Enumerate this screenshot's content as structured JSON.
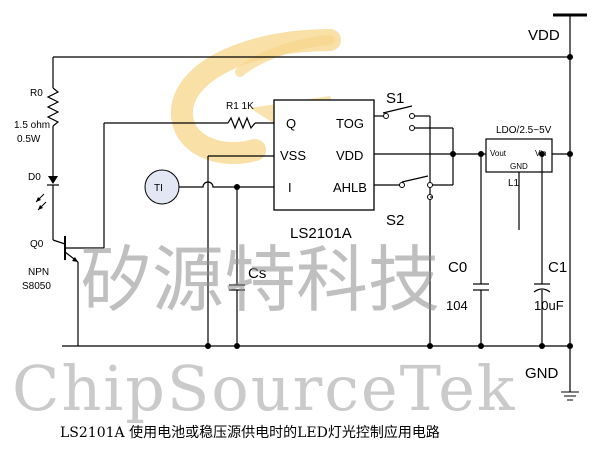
{
  "rails": {
    "vdd": "VDD",
    "gnd": "GND"
  },
  "ic": {
    "name": "LS2101A",
    "pins": {
      "q": "Q",
      "vss": "VSS",
      "i": "I",
      "tog": "TOG",
      "vdd": "VDD",
      "ahlb": "AHLB"
    }
  },
  "switches": {
    "s1": "S1",
    "s2": "S2"
  },
  "r0": {
    "ref": "R0",
    "value": "1.5 ohm",
    "power": "0.5W"
  },
  "r1": {
    "ref": "R1 1K"
  },
  "d0": {
    "ref": "D0"
  },
  "q0": {
    "ref": "Q0",
    "type": "NPN",
    "part": "S8050"
  },
  "ti": {
    "ref": "TI"
  },
  "cs": {
    "ref": "Cs"
  },
  "c0": {
    "ref": "C0",
    "value": "104"
  },
  "c1": {
    "ref": "C1",
    "value": "10uF"
  },
  "ldo": {
    "title": "LDO/2.5~5V",
    "vout": "Vout",
    "vin": "Vin",
    "gnd": "GND",
    "ref": "L1"
  },
  "watermark": {
    "chinese": "矽源特科技",
    "english": "ChipSourceTek"
  },
  "caption": "LS2101A 使用电池或稳压源供电时的LED灯光控制应用电路",
  "colors": {
    "logo_yellow": "#f6d68a",
    "watermark_gray": "#8a8a8a",
    "ink": "#000000"
  }
}
